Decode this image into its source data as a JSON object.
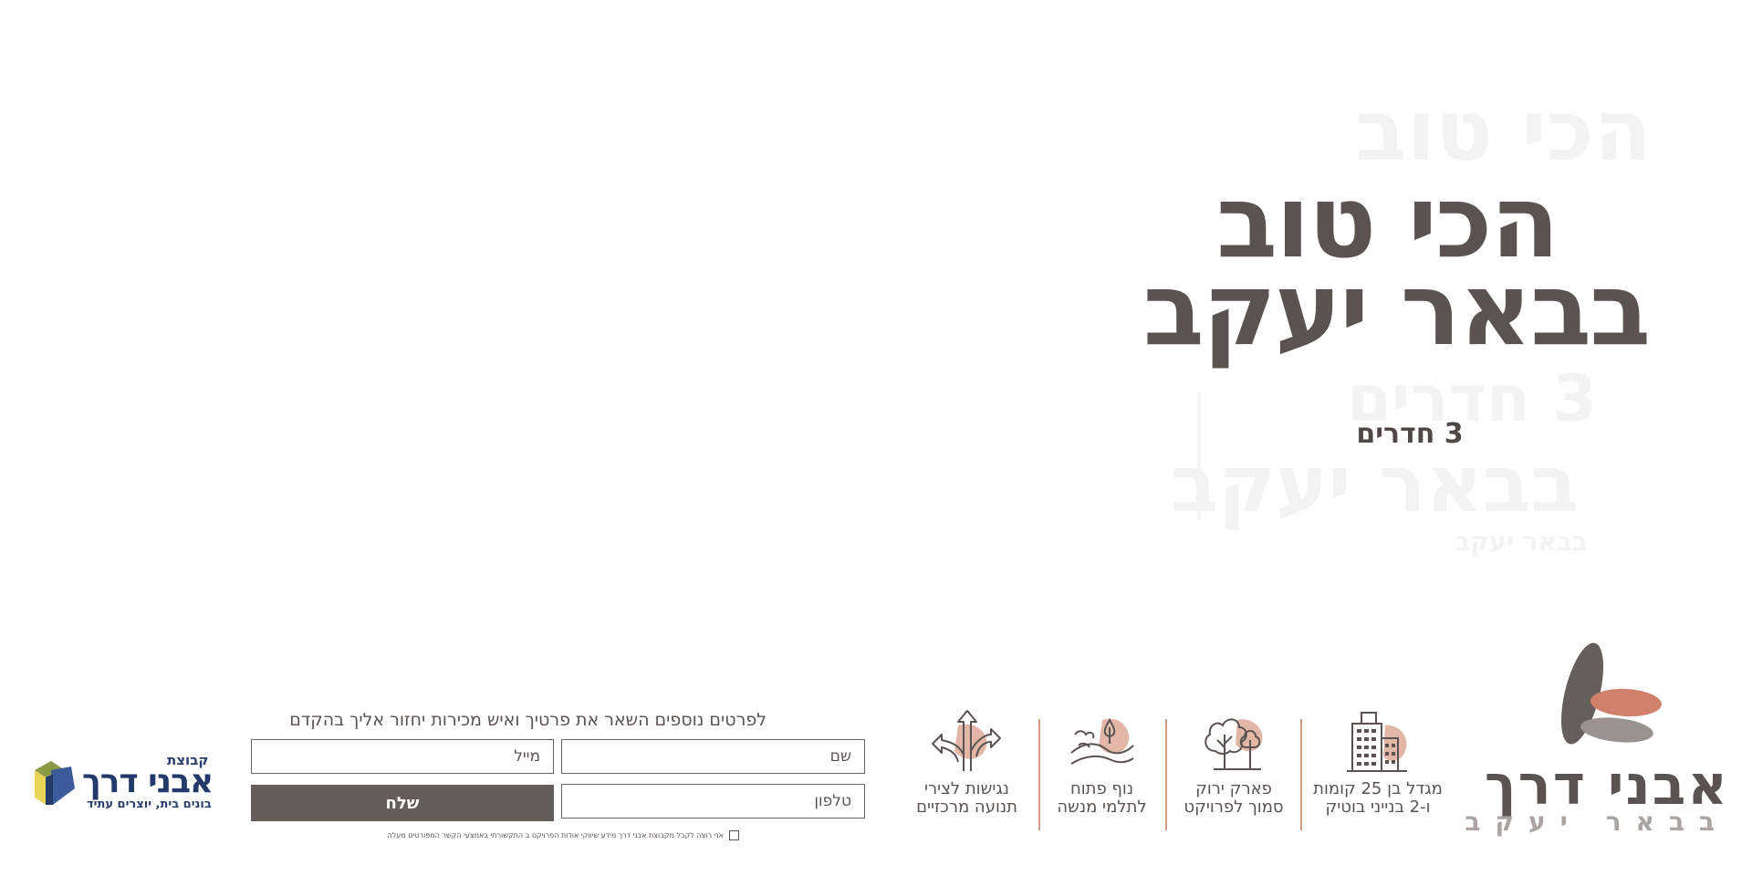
{
  "hero": {
    "ghost": {
      "line1": "הכי טוב",
      "line2": "בבאר יעקב",
      "line3": "3 חדרים",
      "line4": "בבאר יעקב"
    },
    "headline_line1": "הכי טוב",
    "headline_line2": "בבאר יעקב",
    "subtitle": "3 חדרים"
  },
  "project_logo": {
    "name": "אבני דרך",
    "subname": "בבאר יעקב",
    "colors": {
      "dark": "#665e5c",
      "salmon": "#d0806c",
      "grey": "#9a9290"
    }
  },
  "features": [
    {
      "icon": "building-icon",
      "line1": "מגדל בן 25 קומות",
      "line2": "ו-2 בנייני בוטיק"
    },
    {
      "icon": "tree-icon",
      "line1": "פארק ירוק",
      "line2": "סמוך לפרויקט"
    },
    {
      "icon": "landscape-icon",
      "line1": "נוף פתוח",
      "line2": "לתלמי מנשה"
    },
    {
      "icon": "roads-icon",
      "line1": "נגישות לצירי",
      "line2": "תנועה מרכזיים"
    }
  ],
  "form": {
    "heading": "לפרטים נוספים השאר את פרטיך ואיש מכירות יחזור אליך בהקדם",
    "name_placeholder": "שם",
    "email_placeholder": "מייל",
    "phone_placeholder": "טלפון",
    "submit_label": "שלח",
    "consent_text": "אני רוצה לקבל מקבוצת אבני דרך מידע שיווקי אודות הפרויקט ב התקשורתי באמצעי הקשר המפורטים מעלה"
  },
  "group_logo": {
    "small": "קבוצת",
    "name": "אבני דרך",
    "tagline": "בונים בית, יוצרים עתיד",
    "colors": {
      "navy": "#22396a",
      "yellow": "#e8d55a",
      "blue": "#3d5a9a"
    }
  },
  "colors": {
    "text": "#5a5351",
    "accent": "#e3b7a8",
    "divider": "#d39a86",
    "button": "#655d5b"
  }
}
